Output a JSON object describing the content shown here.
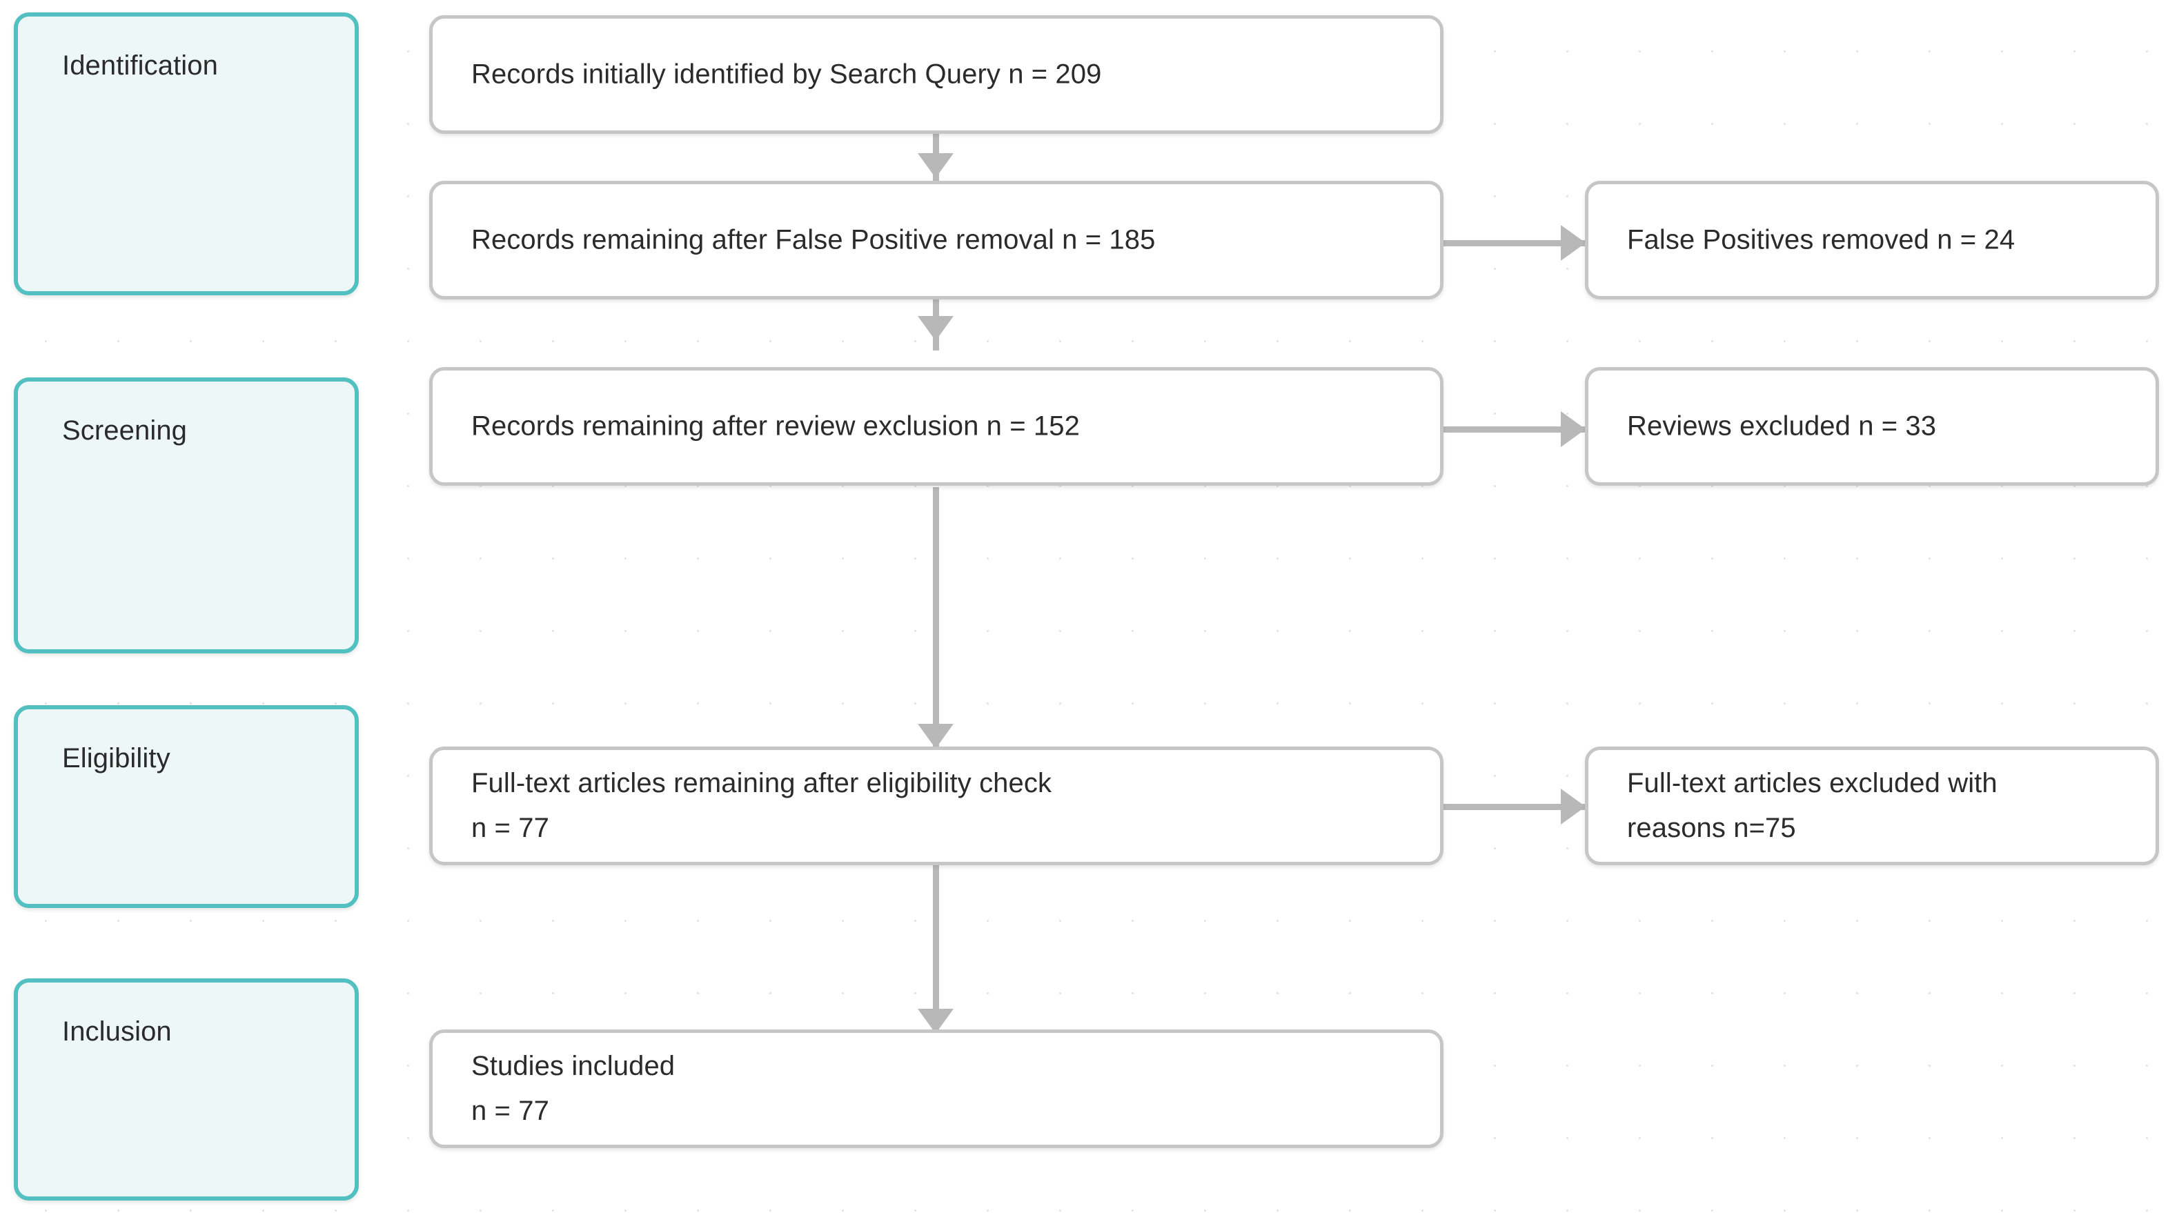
{
  "diagram": {
    "type": "prisma-flow-diagram",
    "accent_color": "#52bfc0",
    "stage_fill_color": "#edf7f7",
    "node_border_color": "#c6c6c6",
    "connector_color": "#b8b8b8",
    "text_color": "#2b2b2b",
    "background_color": "#ffffff"
  },
  "stages": [
    {
      "id": "identification",
      "label": "Identification"
    },
    {
      "id": "screening",
      "label": "Screening"
    },
    {
      "id": "eligibility",
      "label": "Eligibility"
    },
    {
      "id": "inclusion",
      "label": "Inclusion"
    }
  ],
  "flow_nodes": [
    {
      "id": "records-identified",
      "stage": "identification",
      "column": "main",
      "lines": [
        "Records initially identified by Search Query n = 209"
      ],
      "count": 209
    },
    {
      "id": "records-after-fp-removal",
      "stage": "identification",
      "column": "main",
      "lines": [
        "Records remaining after False Positive removal n = 185"
      ],
      "count": 185
    },
    {
      "id": "false-positives-removed",
      "stage": "identification",
      "column": "side",
      "lines": [
        "False Positives removed n = 24"
      ],
      "count": 24
    },
    {
      "id": "records-after-review-exclusion",
      "stage": "screening",
      "column": "main",
      "lines": [
        "Records remaining after review exclusion n = 152"
      ],
      "count": 152
    },
    {
      "id": "reviews-excluded",
      "stage": "screening",
      "column": "side",
      "lines": [
        "Reviews excluded n = 33"
      ],
      "count": 33
    },
    {
      "id": "fulltext-after-eligibility",
      "stage": "eligibility",
      "column": "main",
      "lines": [
        "Full-text articles remaining after eligibility check",
        "n = 77"
      ],
      "count": 77
    },
    {
      "id": "fulltext-excluded",
      "stage": "eligibility",
      "column": "side",
      "lines": [
        "Full-text articles excluded with",
        "reasons n=75"
      ],
      "count": 75
    },
    {
      "id": "studies-included",
      "stage": "inclusion",
      "column": "main",
      "lines": [
        "Studies included",
        "n = 77"
      ],
      "count": 77
    }
  ],
  "connections": [
    {
      "from": "records-identified",
      "to": "records-after-fp-removal",
      "direction": "down"
    },
    {
      "from": "records-after-fp-removal",
      "to": "false-positives-removed",
      "direction": "right"
    },
    {
      "from": "records-after-fp-removal",
      "to": "records-after-review-exclusion",
      "direction": "down"
    },
    {
      "from": "records-after-review-exclusion",
      "to": "reviews-excluded",
      "direction": "right"
    },
    {
      "from": "records-after-review-exclusion",
      "to": "fulltext-after-eligibility",
      "direction": "down"
    },
    {
      "from": "fulltext-after-eligibility",
      "to": "fulltext-excluded",
      "direction": "right"
    },
    {
      "from": "fulltext-after-eligibility",
      "to": "studies-included",
      "direction": "down"
    }
  ]
}
